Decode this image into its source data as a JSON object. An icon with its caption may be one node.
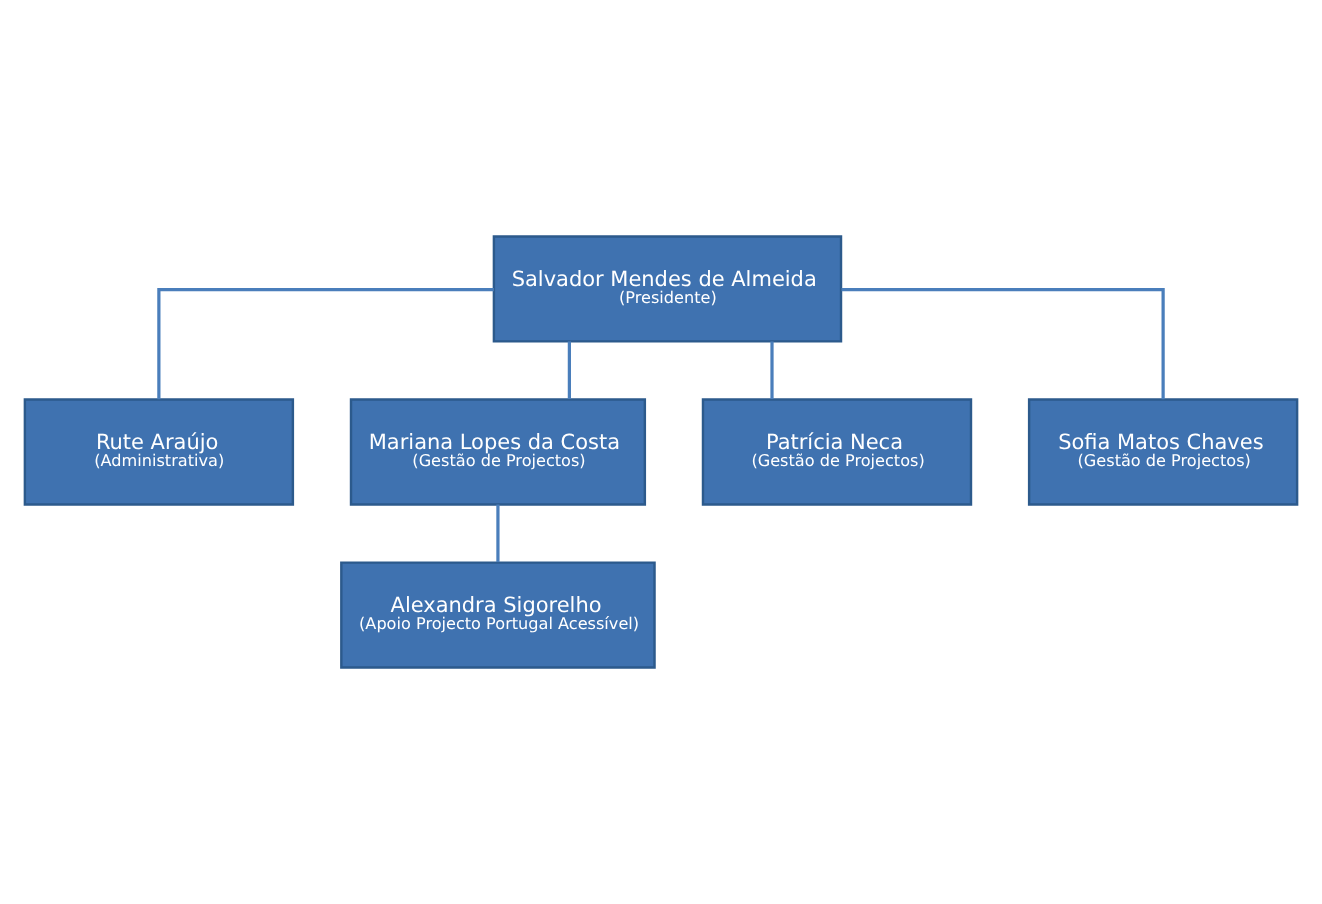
{
  "diagram": {
    "nodes": [
      {
        "text": [
          "Salvador Mendes de Almeida",
          "(Presidente)"
        ]
      },
      {
        "text": [
          "Rute Araújo",
          "(Administrativa)"
        ]
      },
      {
        "text": [
          "Mariana Lopes da Costa",
          "(Gestão de Projectos)"
        ]
      },
      {
        "text": [
          "Patrícia Neca",
          "(Gestão de Projectos)"
        ]
      },
      {
        "text": [
          "Sofia Matos Chaves",
          "(Gestão de Projectos)"
        ]
      },
      {
        "text": [
          "Alexandra Sigorelho",
          "(Apoio Projecto Portugal Acessível)"
        ]
      }
    ],
    "edges": [
      {
        "from": 0,
        "to": 1,
        "arrow": "none"
      },
      {
        "from": 0,
        "to": 2,
        "arrow": "none"
      },
      {
        "from": 0,
        "to": 3,
        "arrow": "none"
      },
      {
        "from": 0,
        "to": 4,
        "arrow": "none"
      },
      {
        "from": 2,
        "to": 5,
        "arrow": "none"
      }
    ]
  }
}
